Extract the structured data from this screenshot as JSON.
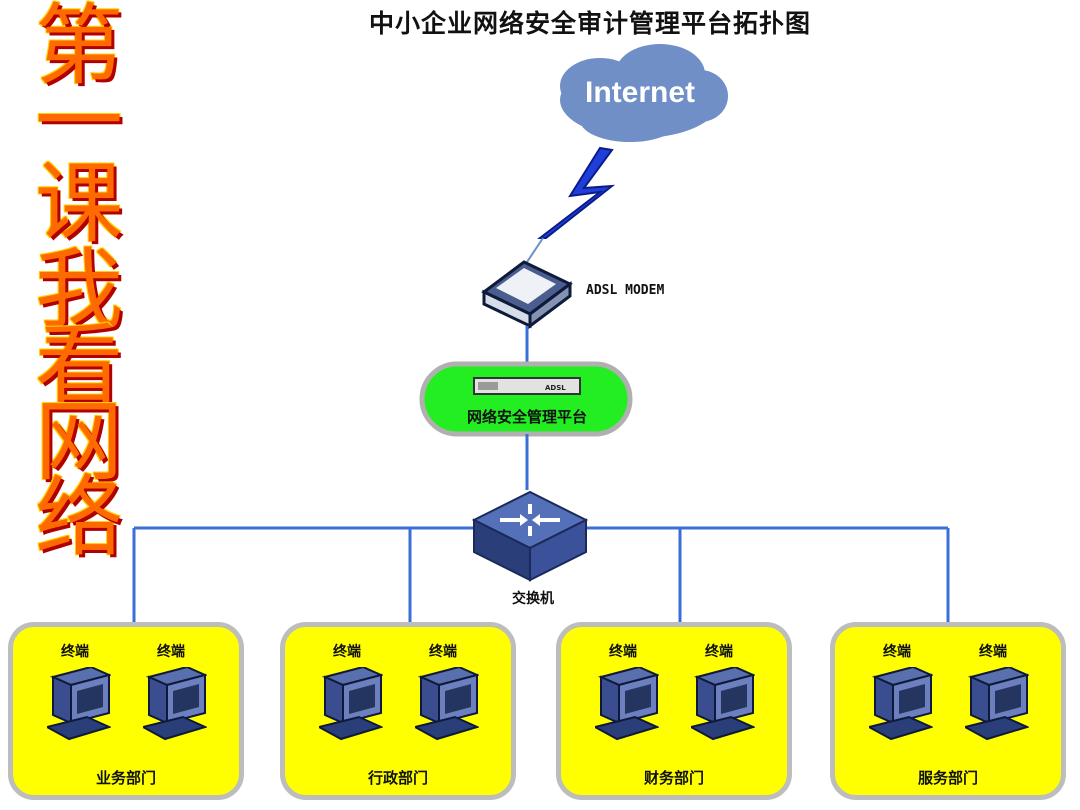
{
  "side_title": [
    "第",
    "一",
    "课",
    "我",
    "看",
    "网",
    "络"
  ],
  "diagram": {
    "title": "中小企业网络安全审计管理平台拓扑图",
    "cloud": "Internet",
    "modem": "ADSL MODEM",
    "platform": "网络安全管理平台",
    "platform_device_tag": "ADSL",
    "switch": "交换机",
    "departments": [
      {
        "name": "业务部门",
        "terminals": [
          "终端",
          "终端"
        ]
      },
      {
        "name": "行政部门",
        "terminals": [
          "终端",
          "终端"
        ]
      },
      {
        "name": "财务部门",
        "terminals": [
          "终端",
          "终端"
        ]
      },
      {
        "name": "服务部门",
        "terminals": [
          "终端",
          "终端"
        ]
      }
    ]
  },
  "colors": {
    "accent_orange": "#ff6a00",
    "link_blue": "#3a6fd8",
    "cloud_blue": "#6f8fc6",
    "platform_green": "#22ee22",
    "dept_yellow": "#ffff00",
    "device_navy": "#2a3f7a"
  },
  "icons": [
    "cloud-icon",
    "lightning-icon",
    "modem-icon",
    "server-icon",
    "switch-icon",
    "computer-icon"
  ]
}
